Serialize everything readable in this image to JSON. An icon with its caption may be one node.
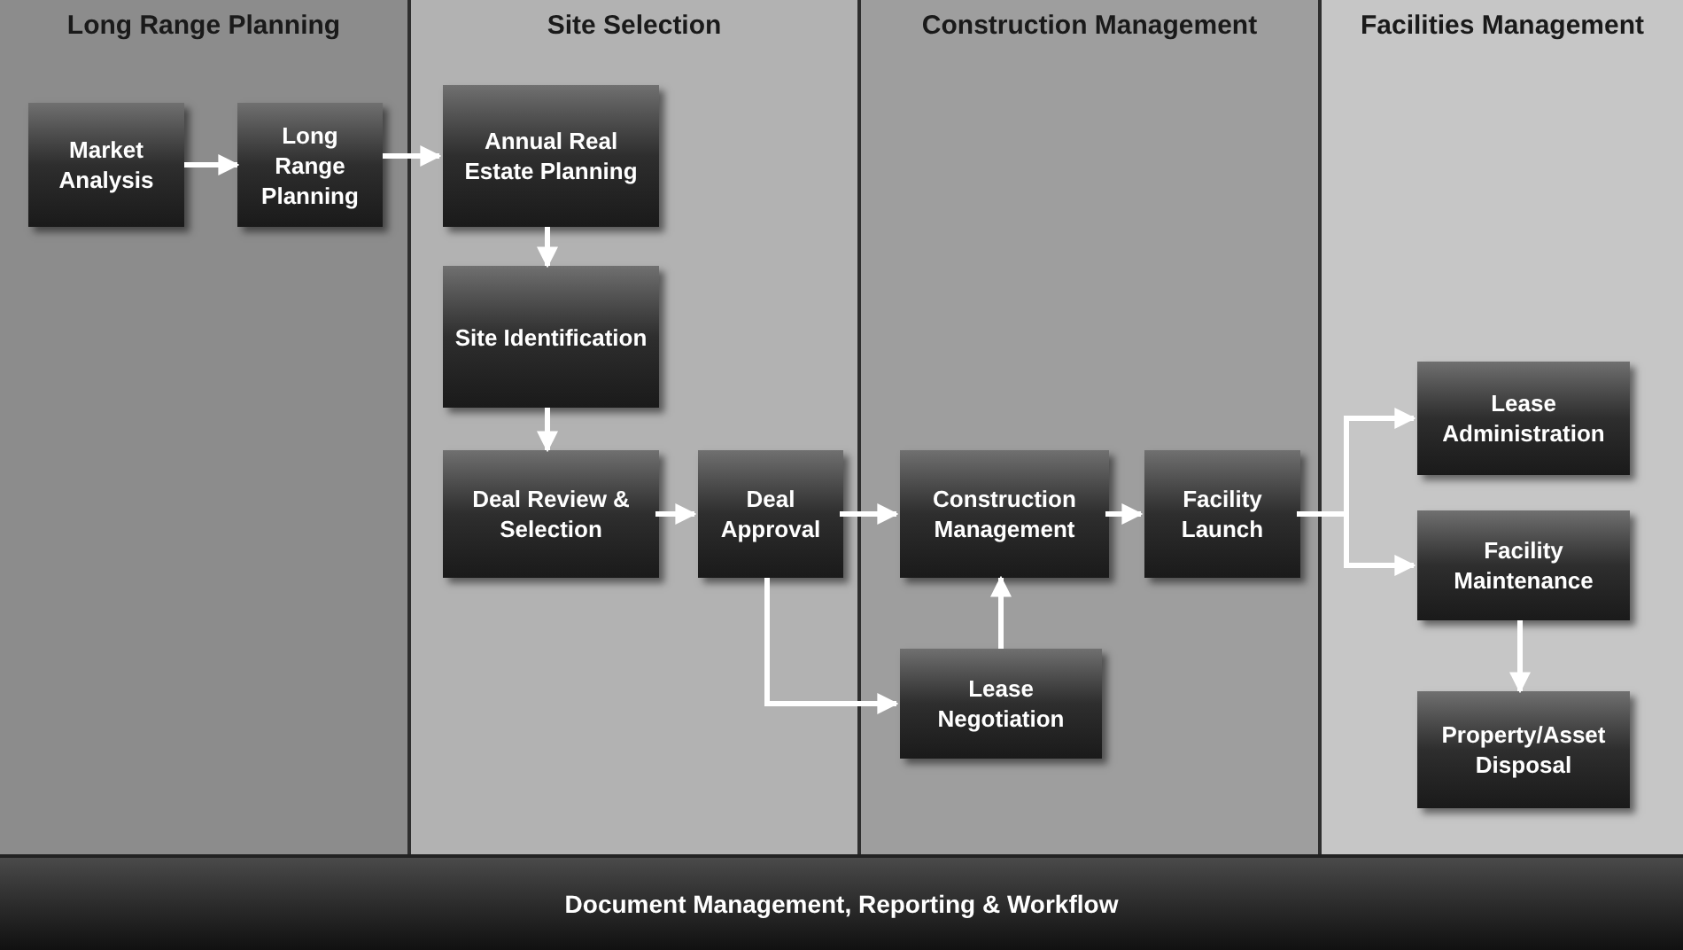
{
  "diagram": {
    "nodes": [
      {
        "text": [
          "Long Range Planning"
        ]
      },
      {
        "text": [
          "Site Selection"
        ]
      },
      {
        "text": [
          "Construction Management"
        ]
      },
      {
        "text": [
          "Facilities Management"
        ]
      },
      {
        "text": [
          "Market Analysis"
        ],
        "in": 0
      },
      {
        "text": [
          "Long Range Planning"
        ],
        "in": 0
      },
      {
        "text": [
          "Annual Real Estate Planning"
        ],
        "in": 1
      },
      {
        "text": [
          "Site Identification"
        ],
        "in": 1
      },
      {
        "text": [
          "Deal Review & Selection"
        ],
        "in": 1
      },
      {
        "text": [
          "Deal Approval"
        ],
        "in": 1
      },
      {
        "text": [
          "Construction Management"
        ],
        "in": 2
      },
      {
        "text": [
          "Facility Launch"
        ],
        "in": 2
      },
      {
        "text": [
          "Lease Negotiation"
        ],
        "in": 2
      },
      {
        "text": [
          "Lease Administration"
        ],
        "in": 3
      },
      {
        "text": [
          "Facility Maintenance"
        ],
        "in": 3
      },
      {
        "text": [
          "Property/Asset Disposal"
        ],
        "in": 3
      },
      {
        "text": [
          "Document Management, Reporting & Workflow"
        ]
      }
    ],
    "edges": [
      {
        "from": 4,
        "to": 5,
        "arrow": "to"
      },
      {
        "from": 5,
        "to": 6,
        "arrow": "to"
      },
      {
        "from": 6,
        "to": 7,
        "arrow": "to"
      },
      {
        "from": 7,
        "to": 8,
        "arrow": "to"
      },
      {
        "from": 8,
        "to": 9,
        "arrow": "to"
      },
      {
        "from": 9,
        "to": 10,
        "arrow": "to"
      },
      {
        "from": 10,
        "to": 11,
        "arrow": "to"
      },
      {
        "from": 9,
        "to": 12,
        "arrow": "to"
      },
      {
        "from": 12,
        "to": 10,
        "arrow": "to"
      },
      {
        "from": 11,
        "to": 13,
        "arrow": "to"
      },
      {
        "from": 11,
        "to": 14,
        "arrow": "to"
      },
      {
        "from": 14,
        "to": 15,
        "arrow": "to"
      }
    ]
  }
}
